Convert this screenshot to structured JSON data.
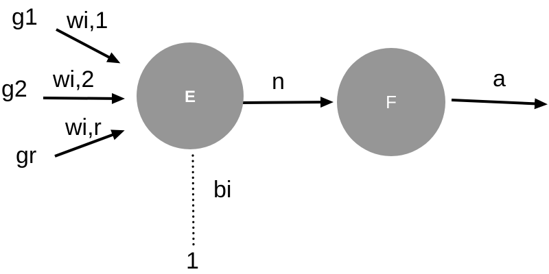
{
  "diagram": {
    "inputs": [
      {
        "label": "g1",
        "weight": "wi,1"
      },
      {
        "label": "g2",
        "weight": "wi,2"
      },
      {
        "label": "gr",
        "weight": "wi,r"
      }
    ],
    "nodes": {
      "sum": {
        "label": "E"
      },
      "activation": {
        "label": "F"
      }
    },
    "net_signal": "n",
    "output_signal": "a",
    "bias": {
      "label": "bi",
      "input_value": "1"
    },
    "colors": {
      "node_fill": "#969696",
      "node_label": "#ffffff",
      "stroke": "#000000",
      "text": "#000000",
      "background": "#ffffff"
    }
  }
}
